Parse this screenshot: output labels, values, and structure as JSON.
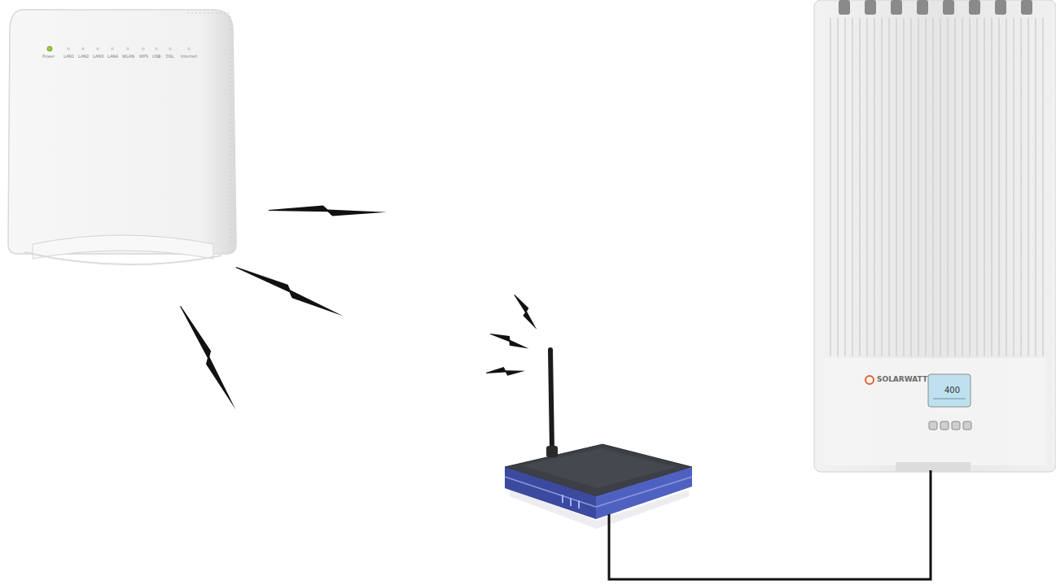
{
  "diagram": {
    "labels": [
      "Power",
      "LAN1",
      "LAN2",
      "LAN3",
      "LAN4",
      "WLAN",
      "WPS",
      "USB",
      "DSL",
      "Internet",
      "SOLARWATT",
      "400"
    ]
  }
}
